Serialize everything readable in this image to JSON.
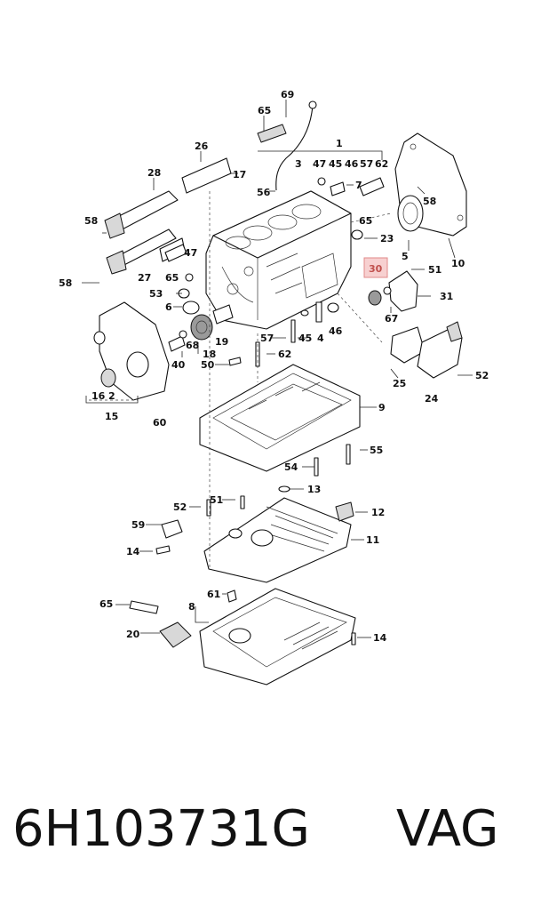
{
  "footer": {
    "part_number": "6H103731G",
    "brand": "VAG"
  },
  "diagram": {
    "highlighted_callout": "30",
    "highlight_color": "#f7d0d0",
    "callouts": [
      {
        "label": "69"
      },
      {
        "label": "65"
      },
      {
        "label": "1"
      },
      {
        "label": "26"
      },
      {
        "label": "3"
      },
      {
        "label": "47"
      },
      {
        "label": "45"
      },
      {
        "label": "46"
      },
      {
        "label": "57"
      },
      {
        "label": "62"
      },
      {
        "label": "28"
      },
      {
        "label": "17"
      },
      {
        "label": "56"
      },
      {
        "label": "7"
      },
      {
        "label": "58"
      },
      {
        "label": "65"
      },
      {
        "label": "58"
      },
      {
        "label": "23"
      },
      {
        "label": "47"
      },
      {
        "label": "5"
      },
      {
        "label": "10"
      },
      {
        "label": "27"
      },
      {
        "label": "65"
      },
      {
        "label": "30"
      },
      {
        "label": "51"
      },
      {
        "label": "58"
      },
      {
        "label": "53"
      },
      {
        "label": "31"
      },
      {
        "label": "6"
      },
      {
        "label": "67"
      },
      {
        "label": "19"
      },
      {
        "label": "57"
      },
      {
        "label": "45"
      },
      {
        "label": "4"
      },
      {
        "label": "46"
      },
      {
        "label": "68"
      },
      {
        "label": "40"
      },
      {
        "label": "18"
      },
      {
        "label": "62"
      },
      {
        "label": "50"
      },
      {
        "label": "25"
      },
      {
        "label": "52"
      },
      {
        "label": "24"
      },
      {
        "label": "16"
      },
      {
        "label": "2"
      },
      {
        "label": "15"
      },
      {
        "label": "60"
      },
      {
        "label": "9"
      },
      {
        "label": "55"
      },
      {
        "label": "54"
      },
      {
        "label": "13"
      },
      {
        "label": "52"
      },
      {
        "label": "51"
      },
      {
        "label": "12"
      },
      {
        "label": "59"
      },
      {
        "label": "11"
      },
      {
        "label": "14"
      },
      {
        "label": "61"
      },
      {
        "label": "65"
      },
      {
        "label": "8"
      },
      {
        "label": "20"
      },
      {
        "label": "14"
      }
    ]
  }
}
